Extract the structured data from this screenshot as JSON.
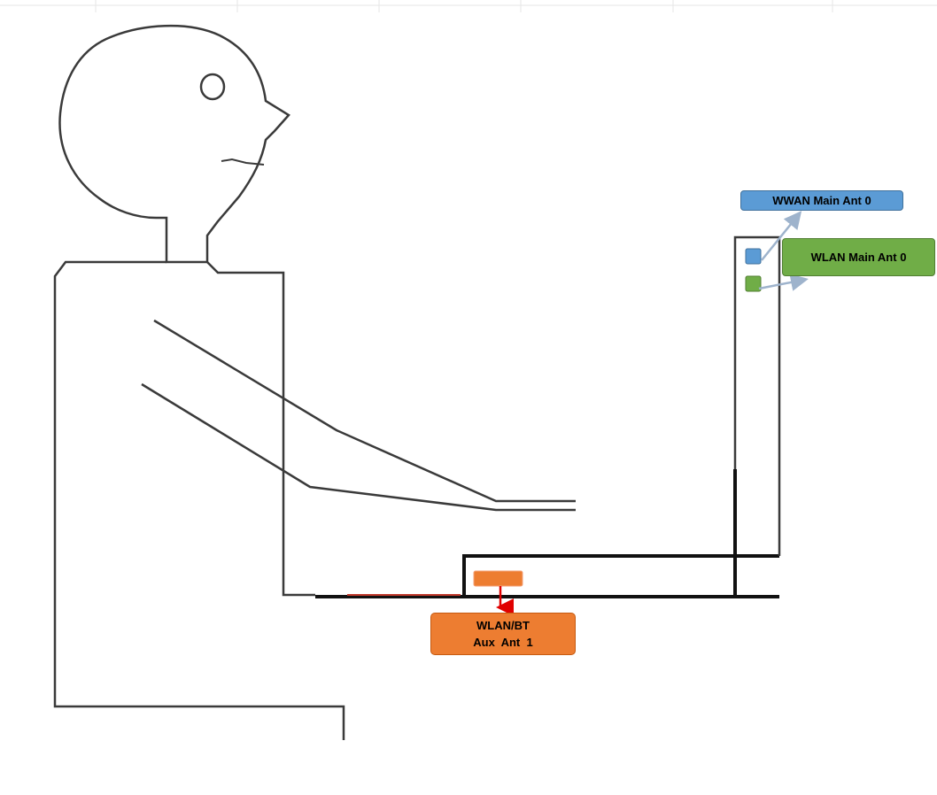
{
  "labels": {
    "wwan_main": "WWAN Main Ant 0",
    "wlan_main": "WLAN Main Ant 0",
    "wlan_bt_aux_line1": "WLAN/BT",
    "wlan_bt_aux_line2": "Aux  Ant  1"
  },
  "colors": {
    "wwan": "#5b9bd5",
    "wlan": "#70ad47",
    "aux": "#ed7d31",
    "arrow_gray": "#9eb3cc",
    "arrow_red": "#e00000",
    "outline": "#3a3a3a"
  }
}
